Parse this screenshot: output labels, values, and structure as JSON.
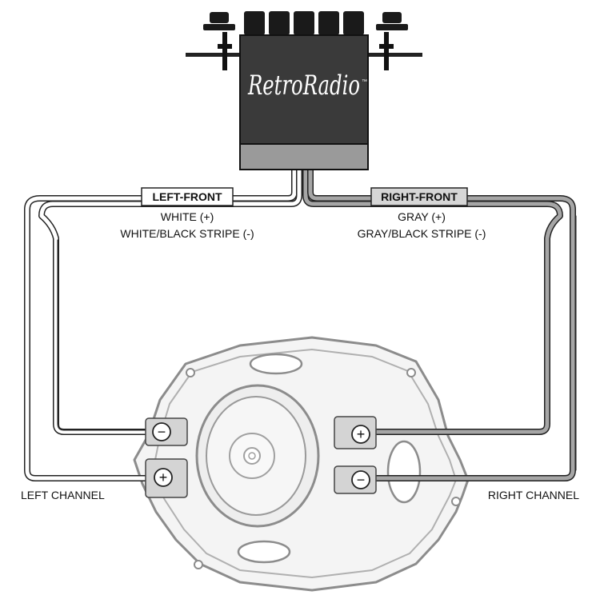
{
  "brand": {
    "logo_text": "RetroRadio",
    "trademark": "™"
  },
  "wires": {
    "left_front": {
      "label": "LEFT-FRONT",
      "positive": "WHITE (+)",
      "negative": "WHITE/BLACK STRIPE (-)",
      "color": "#ffffff"
    },
    "right_front": {
      "label": "RIGHT-FRONT",
      "positive": "GRAY (+)",
      "negative": "GRAY/BLACK STRIPE (-)",
      "color": "#a6a6a6"
    }
  },
  "channels": {
    "left": "LEFT CHANNEL",
    "right": "RIGHT CHANNEL"
  },
  "terminals": {
    "positive_symbol": "+",
    "negative_symbol": "−"
  },
  "colors": {
    "radio_body": "#3a3a3a",
    "radio_face": "#9a9a9a",
    "outline": "#2a2a2a",
    "speaker_fill": "#f2f2f2",
    "speaker_stroke": "#8c8c8c"
  }
}
